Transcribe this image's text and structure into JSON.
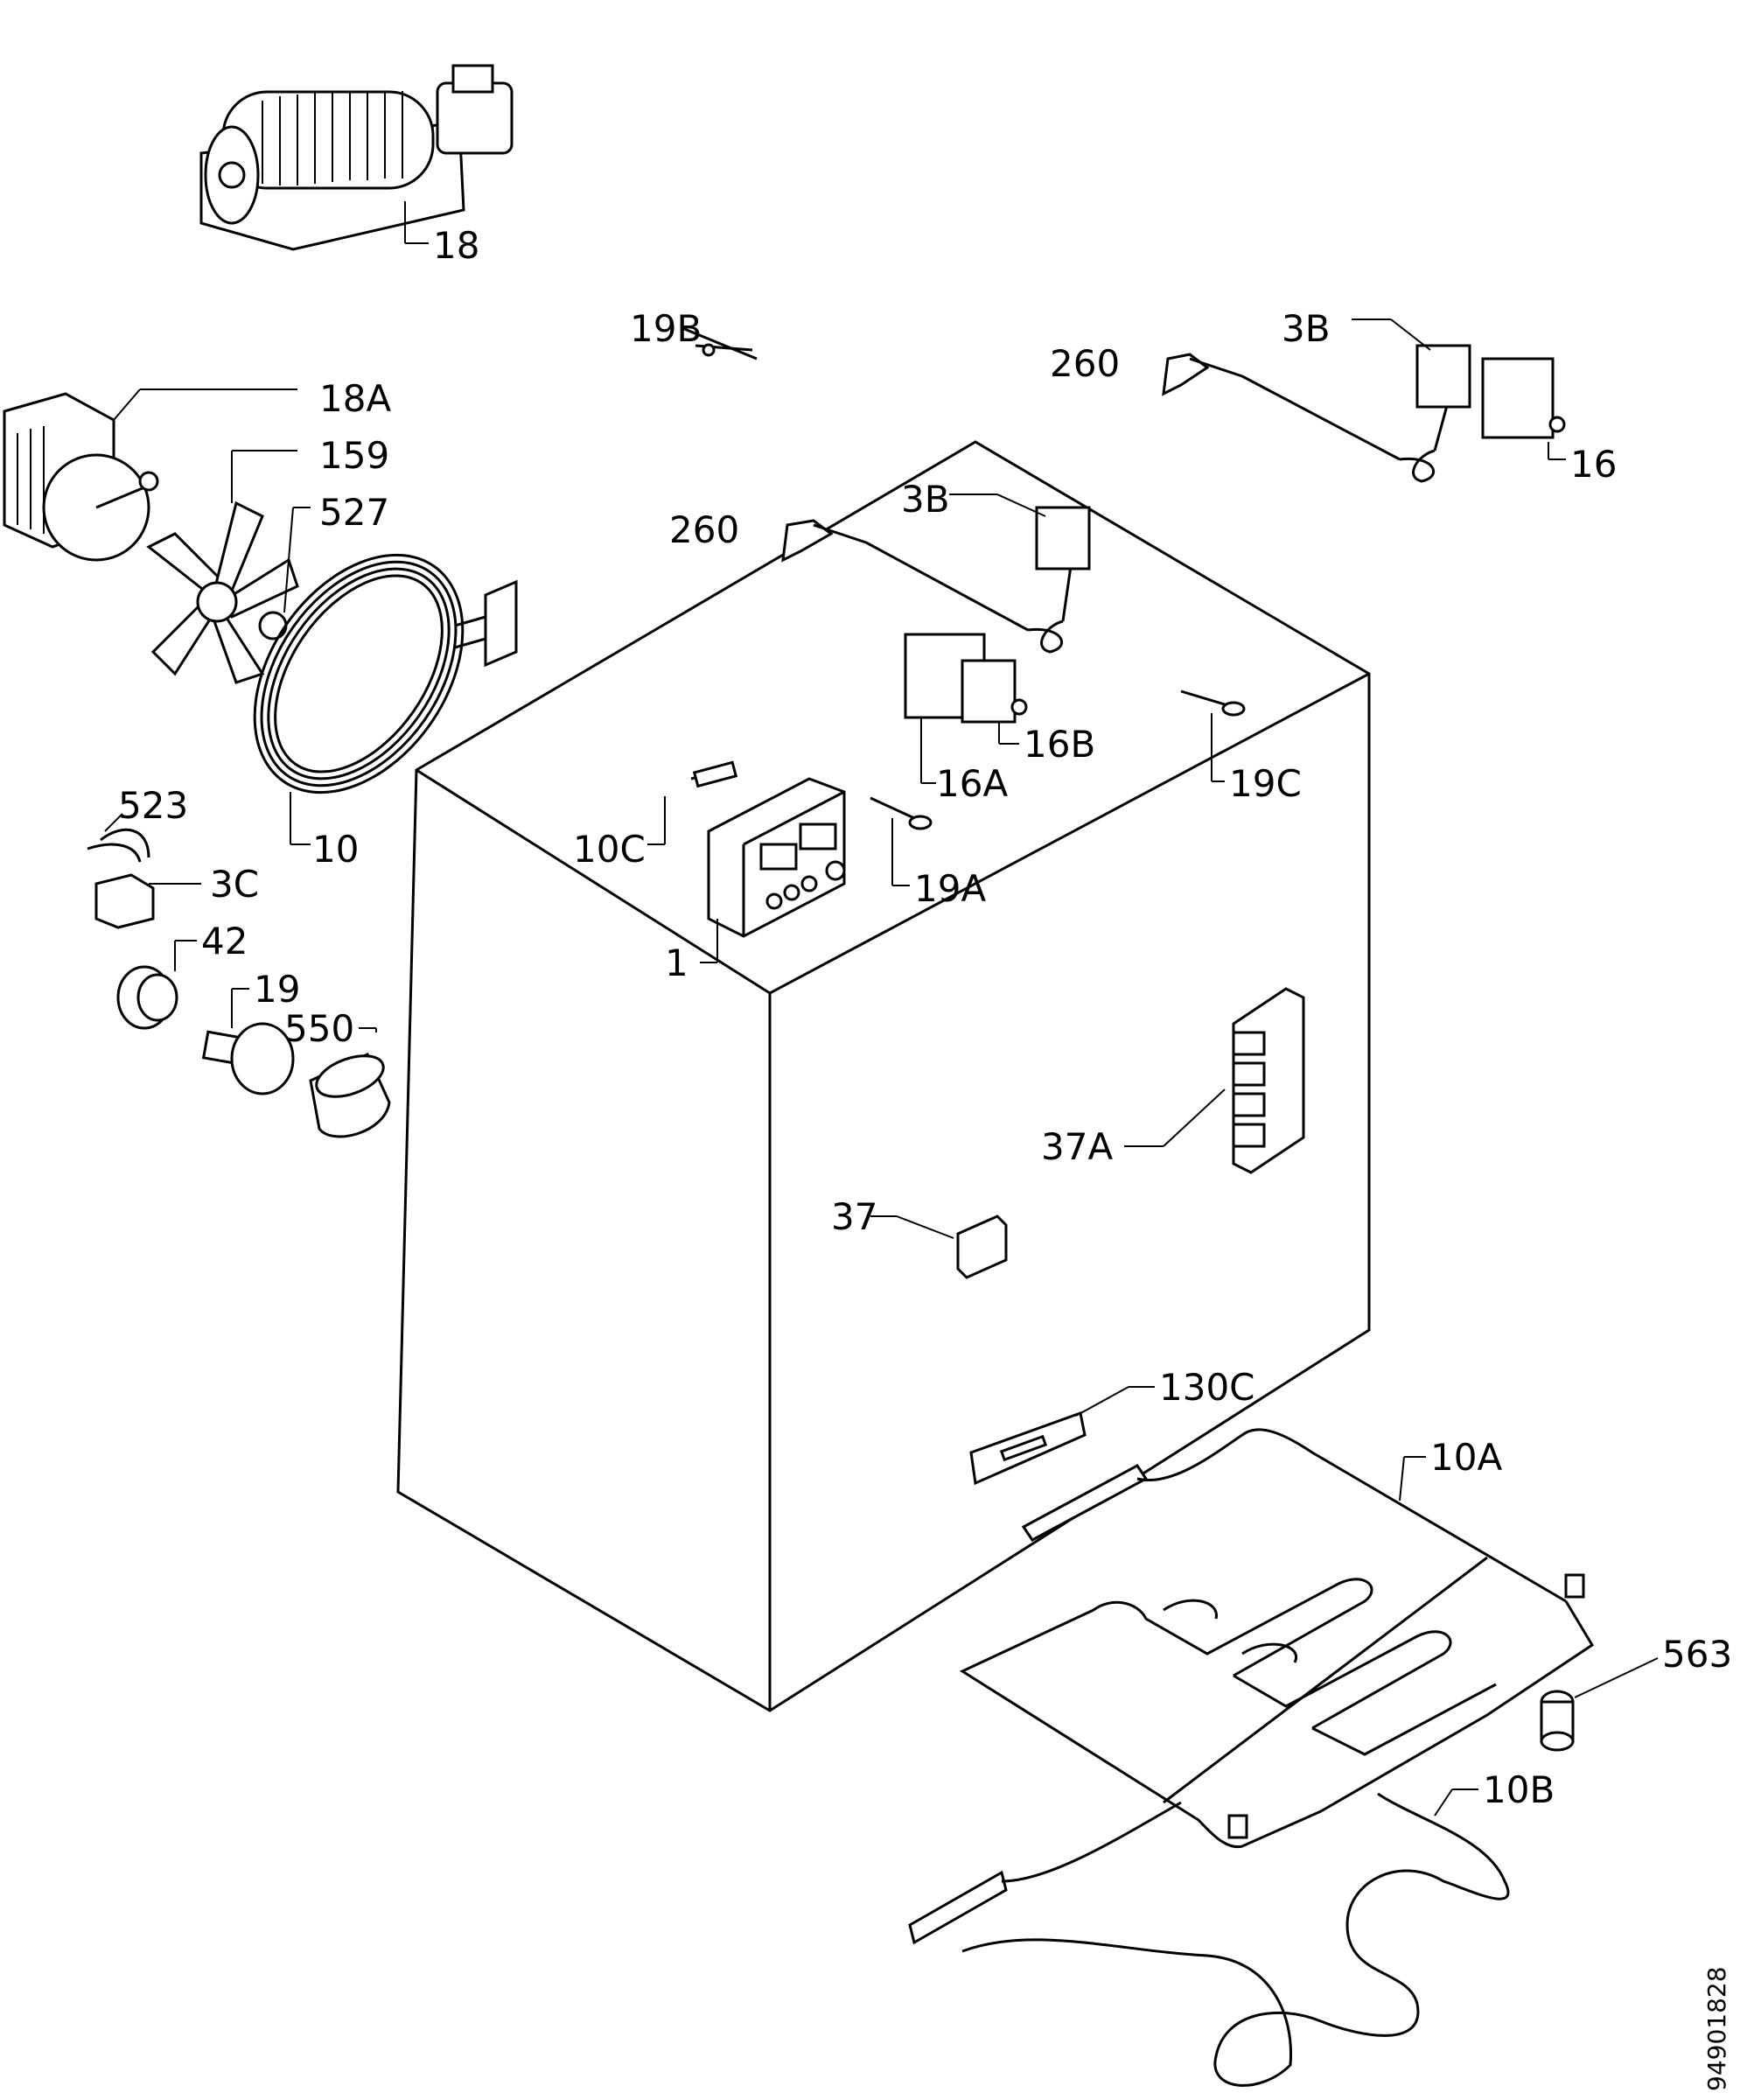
{
  "labels": {
    "l18": "18",
    "l19b": "19B",
    "l18a": "18A",
    "l159": "159",
    "l527": "527",
    "l260_top": "260",
    "l3b_top": "3B",
    "l16": "16",
    "l260": "260",
    "l3b": "3B",
    "l16a": "16A",
    "l16b": "16B",
    "l19c": "19C",
    "l10c": "10C",
    "l19a": "19A",
    "l1": "1",
    "l523": "523",
    "l3c": "3C",
    "l42": "42",
    "l19": "19",
    "l550": "550",
    "l10": "10",
    "l37a": "37A",
    "l37": "37",
    "l130c": "130C",
    "l10a": "10A",
    "l563": "563",
    "l10b": "10B",
    "code": "94901828"
  }
}
